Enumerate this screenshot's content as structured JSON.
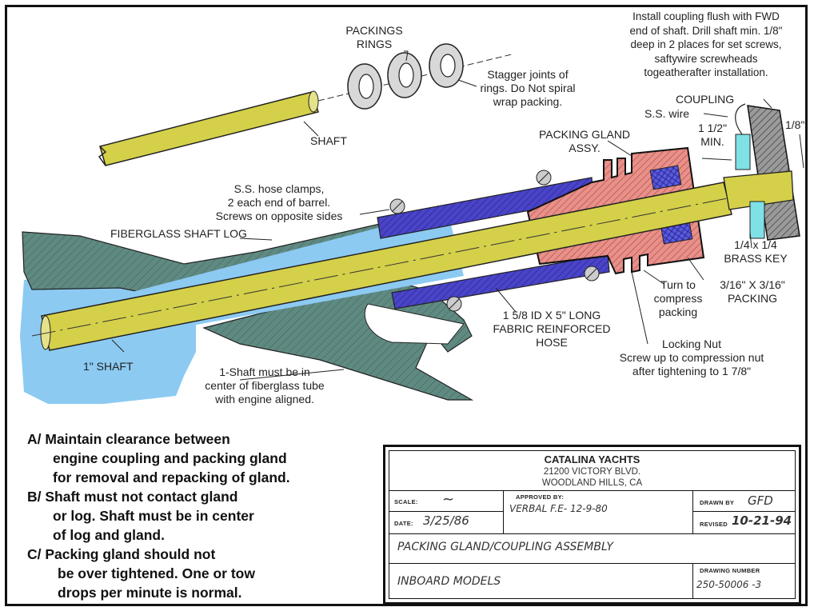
{
  "diagram": {
    "subject": "Packing gland / coupling assembly cross-section",
    "colors": {
      "shaft": "#d4d04a",
      "water": "#8ccaf2",
      "shaft_log": "#5f8a82",
      "hose": "#4a44c8",
      "gland": "#e8908a",
      "coupling": "#8a8a8a",
      "set_screw": "#7fe0e6",
      "packing_ring": "#d8d8d8",
      "line": "#111111"
    },
    "labels": {
      "top_note": [
        "Install coupling flush with FWD",
        "end of shaft.  Drill shaft min. 1/8\"",
        "deep in 2 places for set screws,",
        "saftywire screwheads",
        "togeatherafter installation."
      ],
      "packing_rings": [
        "PACKINGS",
        "RINGS"
      ],
      "stagger_note": [
        "Stagger joints of",
        "rings. Do Not spiral",
        "wrap packing."
      ],
      "shaft": "SHAFT",
      "coupling": "COUPLING",
      "ss_wire": "S.S. wire",
      "clearance": [
        "1 1/2\"",
        "MIN."
      ],
      "eighth": "1/8\"",
      "packing_gland": [
        "PACKING GLAND",
        "ASSY."
      ],
      "hose_clamps": [
        "S.S. hose clamps,",
        "2 each end of barrel.",
        "Screws on opposite sides"
      ],
      "shaft_log": "FIBERGLASS SHAFT LOG",
      "brass_key": [
        "1/4 x 1/4",
        "BRASS KEY"
      ],
      "turn_to": [
        "Turn to",
        "compress",
        "packing"
      ],
      "packing_size": [
        "3/16\" X 3/16\"",
        "PACKING"
      ],
      "hose": [
        "1 5/8 ID X 5\" LONG",
        "FABRIC REINFORCED",
        "HOSE"
      ],
      "locking_nut": [
        "Locking Nut",
        "Screw up to compression nut",
        "after tightening to 1 7/8\""
      ],
      "one_inch_shaft": "1\" SHAFT",
      "center_note": [
        "1-Shaft must be in",
        "center of fiberglass tube",
        "with engine aligned."
      ]
    }
  },
  "notes": [
    {
      "lines": [
        "A/ Maintain clearance between",
        "engine coupling and packing gland",
        "for removal and repacking of gland."
      ]
    },
    {
      "lines": [
        "B/ Shaft must not contact gland",
        "or log.  Shaft must be in center",
        "of log and gland."
      ]
    },
    {
      "lines": [
        "C/  Packing gland should not",
        "be over tightened.  One or tow",
        "drops per minute is normal."
      ]
    }
  ],
  "title_block": {
    "company": "CATALINA YACHTS",
    "address_1": "21200 VICTORY BLVD.",
    "address_2": "WOODLAND HILLS, CA",
    "scale_label": "SCALE:",
    "scale_value": "~",
    "date_label": "DATE:",
    "date_value": "3/25/86",
    "approved_label": "APPROVED BY:",
    "approved_value": "VERBAL F.E- 12-9-80",
    "drawn_label": "DRAWN BY",
    "drawn_value": "GFD",
    "revised_label": "REVISED",
    "revised_value": "10-21-94",
    "title": "PACKING GLAND/COUPLING ASSEMBLY",
    "subtitle": "INBOARD MODELS",
    "drawing_number_label": "DRAWING NUMBER",
    "drawing_number_value": "250-50006 -3"
  }
}
